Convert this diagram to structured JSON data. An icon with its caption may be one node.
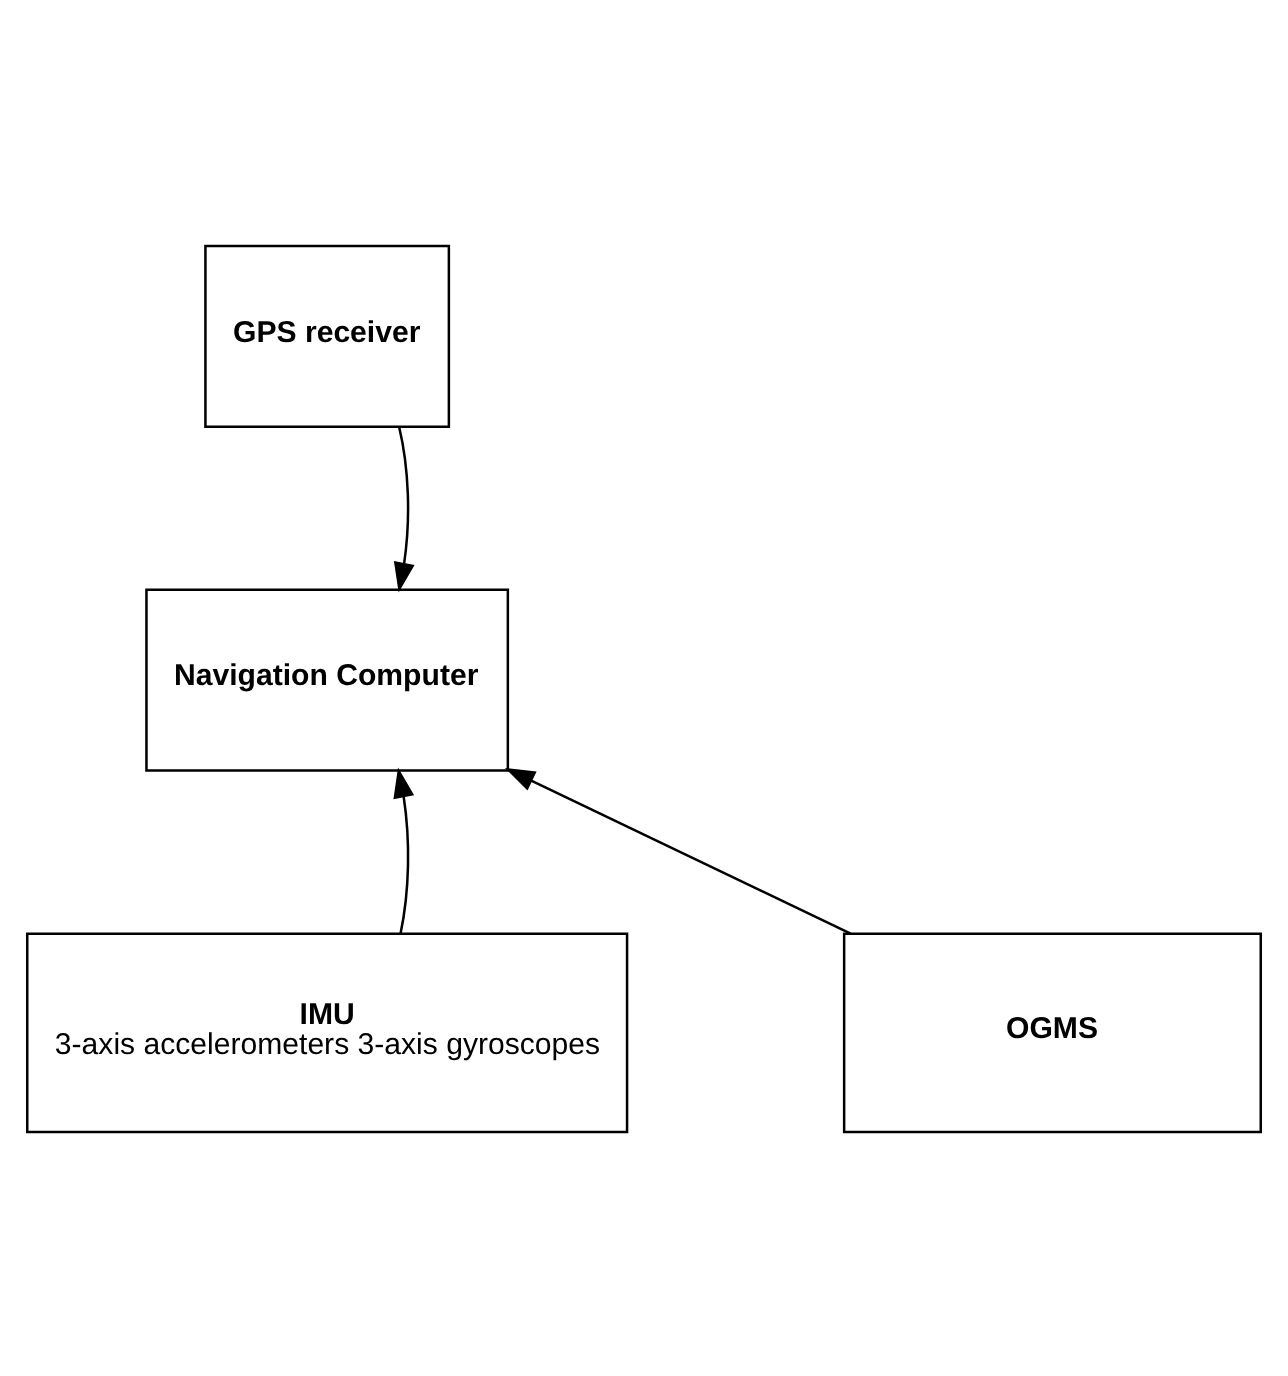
{
  "diagram": {
    "nodes": [
      {
        "text": [
          "GPS receiver"
        ]
      },
      {
        "text": [
          "Navigation Computer"
        ]
      },
      {
        "text": [
          "IMU",
          "3-axis accelerometers 3-axis gyroscopes"
        ]
      },
      {
        "text": [
          "OGMS"
        ]
      }
    ],
    "edges": [
      {
        "from": 0,
        "to": 1,
        "arrow": "to"
      },
      {
        "from": 2,
        "to": 1,
        "arrow": "to"
      },
      {
        "from": 3,
        "to": 1,
        "arrow": "to"
      }
    ]
  }
}
